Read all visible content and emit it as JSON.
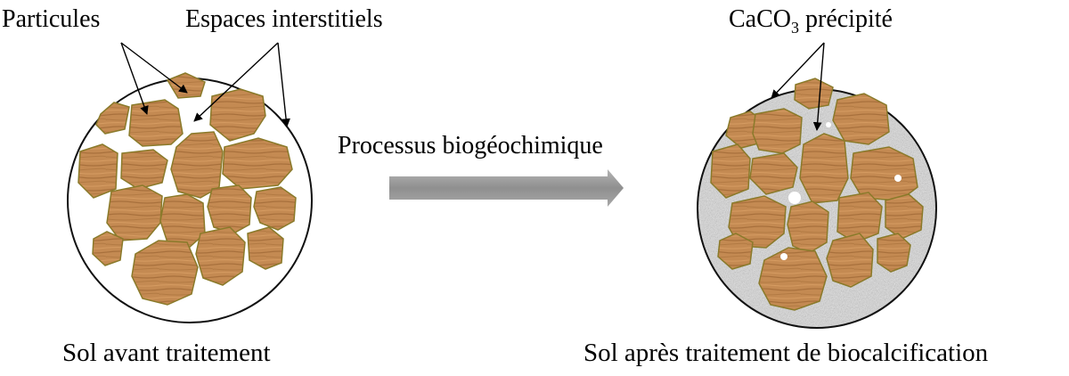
{
  "labels": {
    "particles": "Particules",
    "interstitial_spaces": "Espaces interstitiels",
    "caco3_prefix": "CaCO",
    "caco3_subscript": "3",
    "caco3_suffix": " précipité",
    "process": "Processus biogéochimique",
    "before_caption": "Sol avant traitement",
    "after_caption": "Sol après traitement de biocalcification"
  },
  "colors": {
    "grain_fill": "#c48a52",
    "grain_stroke": "#8a7a2a",
    "grain_streak": "#a8703c",
    "circle_stroke": "#111111",
    "precipitate_base": "#c9c9c9",
    "arrow_fill": "#9a9a9a"
  }
}
